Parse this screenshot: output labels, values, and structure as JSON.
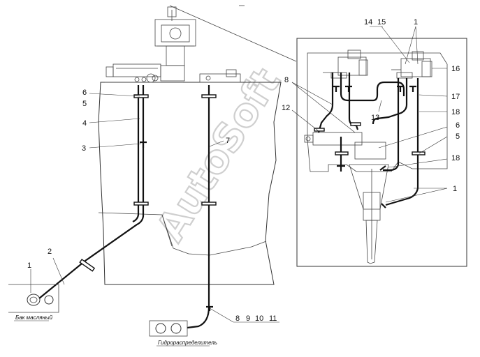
{
  "labels": {
    "main": {
      "n6": "6",
      "n5": "5",
      "n4": "4",
      "n3": "3",
      "n7": "7",
      "n2": "2",
      "n1": "1",
      "n8": "8",
      "n9": "9",
      "n10": "10",
      "n11": "11"
    },
    "inset": {
      "n14": "14",
      "n15": "15",
      "n1_top": "1",
      "n16": "16",
      "n8": "8",
      "n12": "12",
      "n13": "13",
      "n17": "17",
      "n18_a": "18",
      "n6": "6",
      "n5": "5",
      "n18_b": "18",
      "n1_bot": "1"
    }
  },
  "captions": {
    "oil_tank": "Бак масляный",
    "hydro_distributor": "Гидрораспределитель"
  },
  "watermark": "AutoSoft"
}
